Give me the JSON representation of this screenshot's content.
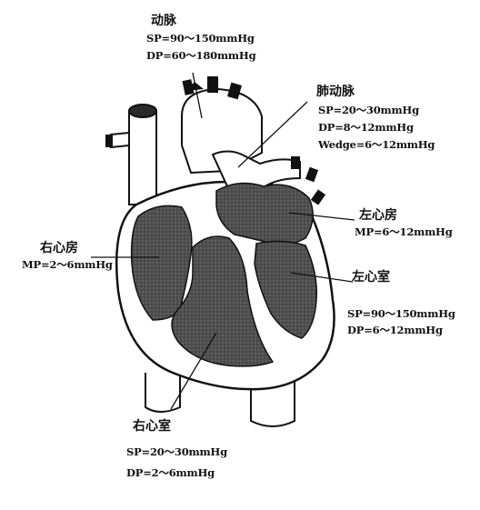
{
  "labels": {
    "aorta": {
      "title": "动脉",
      "sp": "SP=90～150mmHg",
      "dp": "DP=60～180mmHg"
    },
    "pulmonary_artery": {
      "title": "肺动脉",
      "sp": "SP=20～30mmHg",
      "dp": "DP=8～12mmHg",
      "wedge": "Wedge=6～12mmHg"
    },
    "left_atrium": {
      "title": "左心房",
      "mp": "MP=6～12mmHg"
    },
    "left_ventricle": {
      "title": "左心室",
      "sp": "SP=90～150mmHg",
      "dp": "DP=6～12mmHg"
    },
    "right_atrium": {
      "title": "右心房",
      "mp": "MP=2～6mmHg"
    },
    "right_ventricle": {
      "title": "右心室",
      "sp": "SP=20～30mmHg",
      "dp": "DP=2～6mmHg"
    }
  },
  "colors": {
    "chamber_fill": "#4a4a4a",
    "outline": "#111111",
    "background": "#ffffff"
  }
}
